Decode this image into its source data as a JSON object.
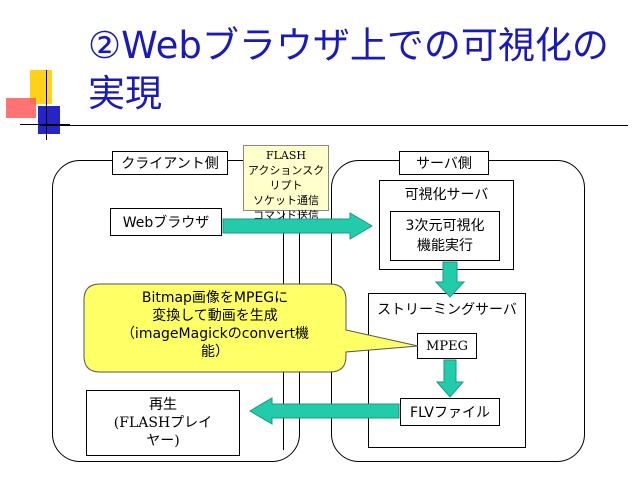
{
  "slide": {
    "title_line1": "②Webブラウザ上での可視化の",
    "title_line2": "実現"
  },
  "client": {
    "label": "クライアント側",
    "browser": "Webブラウザ",
    "player_line1": "再生",
    "player_line2": "(FLASHプレイ",
    "player_line3": "ヤー)"
  },
  "server": {
    "label": "サーバ側",
    "vis_server": "可視化サーバ",
    "vis_func_line1": "3次元可視化",
    "vis_func_line2": "機能実行",
    "stream_server": "ストリーミングサーバ",
    "mpeg": "MPEG",
    "flv": "FLVファイル"
  },
  "flash_note": {
    "line1": "FLASH",
    "line2": "アクションスクリプト",
    "line3": "ソケット通信",
    "line4": "コマンド送信"
  },
  "callout": {
    "line1": "Bitmap画像をMPEGに",
    "line2": "変換して動画を生成",
    "line3": "（imageMagickのconvert機",
    "line4": "能）"
  },
  "colors": {
    "title": "#1a1ab8",
    "arrow_fill": "#22ccaa",
    "callout_fill": "#ffff66",
    "note_fill": "#ffffcc",
    "accent_yellow": "#ffd21a",
    "accent_red": "#ff4a4a",
    "accent_blue": "#2424c8"
  }
}
